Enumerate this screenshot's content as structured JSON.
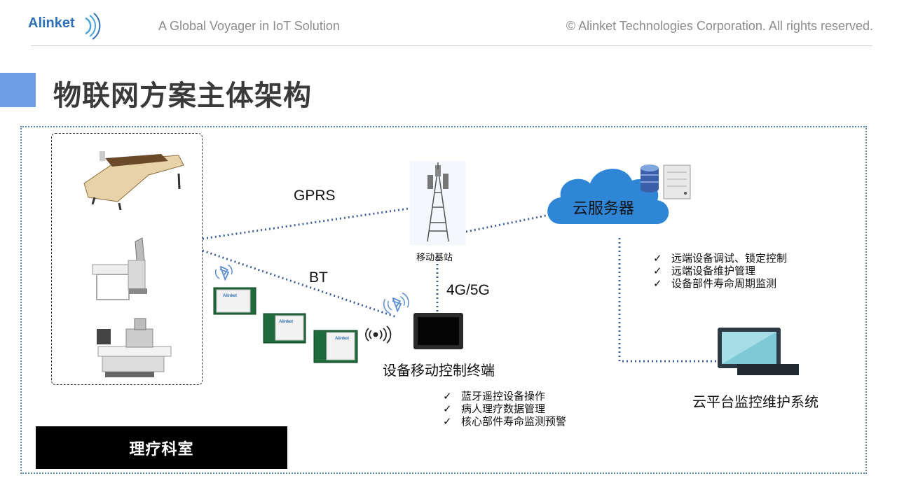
{
  "header": {
    "logo": "Alinket",
    "tagline": "A Global Voyager in IoT Solution",
    "copyright": "© Alinket Technologies Corporation. All rights reserved."
  },
  "title": "物联网方案主体架构",
  "labels": {
    "gprs": "GPRS",
    "bt": "BT",
    "net_4g5g": "4G/5G",
    "base_station": "移动基站",
    "cloud_server": "云服务器",
    "terminal": "设备移动控制终端",
    "monitor_system": "云平台监控维护系统",
    "room": "理疗科室"
  },
  "cloud_features": [
    {
      "check": "✓",
      "text": "远端设备调试、锁定控制"
    },
    {
      "check": "✓",
      "text": "远端设备维护管理"
    },
    {
      "check": "✓",
      "text": "设备部件寿命周期监测"
    }
  ],
  "terminal_features": [
    {
      "check": "✓",
      "text": "蓝牙遥控设备操作"
    },
    {
      "check": "✓",
      "text": "病人理疗数据管理"
    },
    {
      "check": "✓",
      "text": "核心部件寿命监测预警"
    }
  ],
  "module_label": "Alinket",
  "icons": [
    "bluetooth-icon",
    "wifi-signal-icon",
    "cell-tower-icon",
    "database-icon",
    "server-icon",
    "monitor-icon",
    "tablet-icon"
  ],
  "colors": {
    "accent": "#6f9ee6",
    "brand": "#2f6fb7",
    "link": "#3f5f95",
    "cloud": "#2f86d6",
    "frame": "#5d83b8"
  }
}
